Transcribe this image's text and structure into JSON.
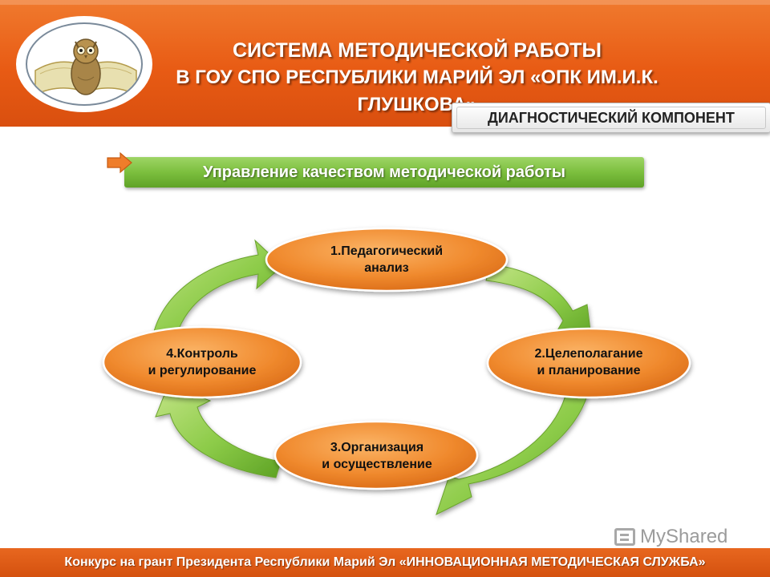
{
  "header": {
    "title_line1": "СИСТЕМА МЕТОДИЧЕСКОЙ РАБОТЫ",
    "title_line2": "В ГОУ СПО РЕСПУБЛИКИ МАРИЙ ЭЛ «ОПК ИМ.И.К. ГЛУШКОВА»",
    "logo_icon": "owl-on-book-icon"
  },
  "tag": {
    "label": "ДИАГНОСТИЧЕСКИЙ КОМПОНЕНТ"
  },
  "banner": {
    "label": "Управление качеством методической работы",
    "arrow_icon": "orange-arrow-icon"
  },
  "cycle": {
    "nodes": [
      {
        "line1": "1.Педагогический",
        "line2": "анализ"
      },
      {
        "line1": "2.Целеполагание",
        "line2": "и планирование"
      },
      {
        "line1": "3.Организация",
        "line2": "и осуществление"
      },
      {
        "line1": "4.Контроль",
        "line2": "и регулирование"
      }
    ]
  },
  "footer": {
    "text": "Конкурс на грант Президента Республики Марий Эл «ИННОВАЦИОННАЯ  МЕТОДИЧЕСКАЯ  СЛУЖБА»"
  },
  "watermark": {
    "text": "MyShared"
  },
  "colors": {
    "header_orange": "#e85b14",
    "node_orange": "#f0892e",
    "arrow_green": "#7cbf3e",
    "banner_green": "#7cbf3e"
  }
}
